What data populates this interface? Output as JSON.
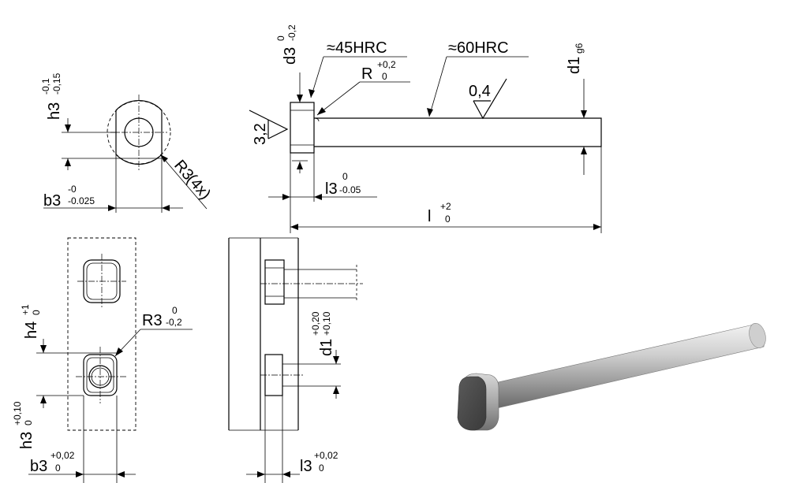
{
  "labels": {
    "h3_a": "h3",
    "h3_a_tol": "-0,1",
    "h3_a_tol2": "-0,15",
    "b3_a": "b3",
    "b3_a_tol": "-0",
    "b3_a_tol2": "-0.025",
    "r3": "R3",
    "r3_count": "(4x)",
    "d3": "d3",
    "d3_tol": "0",
    "d3_tol2": "-0,2",
    "hrc45": "≈45HRC",
    "r": "R",
    "r_tol": "+0,2",
    "r_tol2": "0",
    "hrc60": "≈60HRC",
    "rough32": "3,2",
    "rough04": "0,4",
    "d1": "d1",
    "d1_tol": "g6",
    "l3_a": "l3",
    "l3_a_tol": "0",
    "l3_a_tol2": "-0.05",
    "l": "l",
    "l_tol": "+2",
    "l_tol2": "0",
    "h4": "h4",
    "h4_tol": "+1",
    "h4_tol2": "0",
    "r3_b": "R3",
    "r3_b_tol": "0",
    "r3_b_tol2": "-0,2",
    "h3_b": "h3",
    "h3_b_tol": "+0,10",
    "h3_b_tol2": "0",
    "b3_b": "b3",
    "b3_b_tol": "+0,02",
    "b3_b_tol2": "0",
    "d1_b": "d1",
    "d1_b_tol": "+0,20",
    "d1_b_tol2": "+0,10",
    "l3_b": "l3",
    "l3_b_tol": "+0,02",
    "l3_b_tol2": "0"
  },
  "colors": {
    "line": "#000000",
    "metal_light": "#e8e8e8",
    "metal_mid": "#b0b0b0",
    "metal_dark": "#5a5a5a"
  }
}
